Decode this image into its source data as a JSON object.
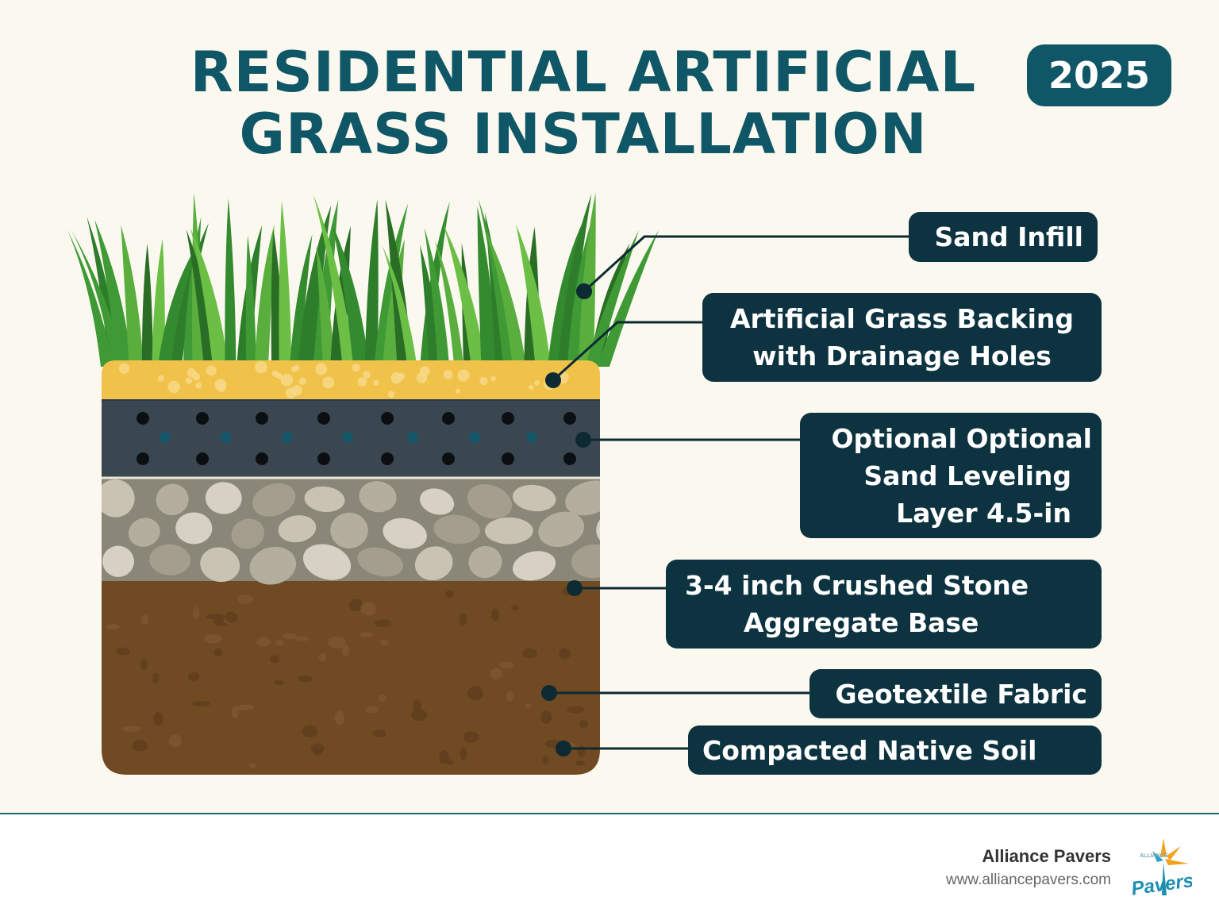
{
  "title": {
    "line1": "RESIDENTIAL ARTIFICIAL",
    "line2": "GRASS INSTALLATION"
  },
  "year_badge": "2025",
  "layers": [
    {
      "key": "grass",
      "color": "#3e8e2e"
    },
    {
      "key": "sand-infill-layer",
      "color": "#f0c24a"
    },
    {
      "key": "backing-layer",
      "color": "#3a4750"
    },
    {
      "key": "crushed-stone-layer",
      "color": "#8a8778"
    },
    {
      "key": "native-soil-layer",
      "color": "#6f4a23"
    }
  ],
  "labels": [
    {
      "lines": [
        "Sand Infill"
      ]
    },
    {
      "lines": [
        "Artificial Grass Backing",
        "with Drainage Holes"
      ]
    },
    {
      "lines": [
        "Optional Optional",
        "Sand Leveling",
        "Layer 4.5-in"
      ]
    },
    {
      "lines": [
        "3-4 inch Crushed Stone",
        "Aggregate Base"
      ]
    },
    {
      "lines": [
        "Geotextile Fabric"
      ]
    },
    {
      "lines": [
        "Compacted Native Soil"
      ]
    }
  ],
  "colors": {
    "title": "#0f5666",
    "label_bg": "#0d3340",
    "background": "#fbf8ef"
  },
  "footer": {
    "company": "Alliance Pavers",
    "url": "www.alliancepavers.com",
    "logo_text": "Pavers",
    "logo_small_text": "ALLIANCE"
  }
}
